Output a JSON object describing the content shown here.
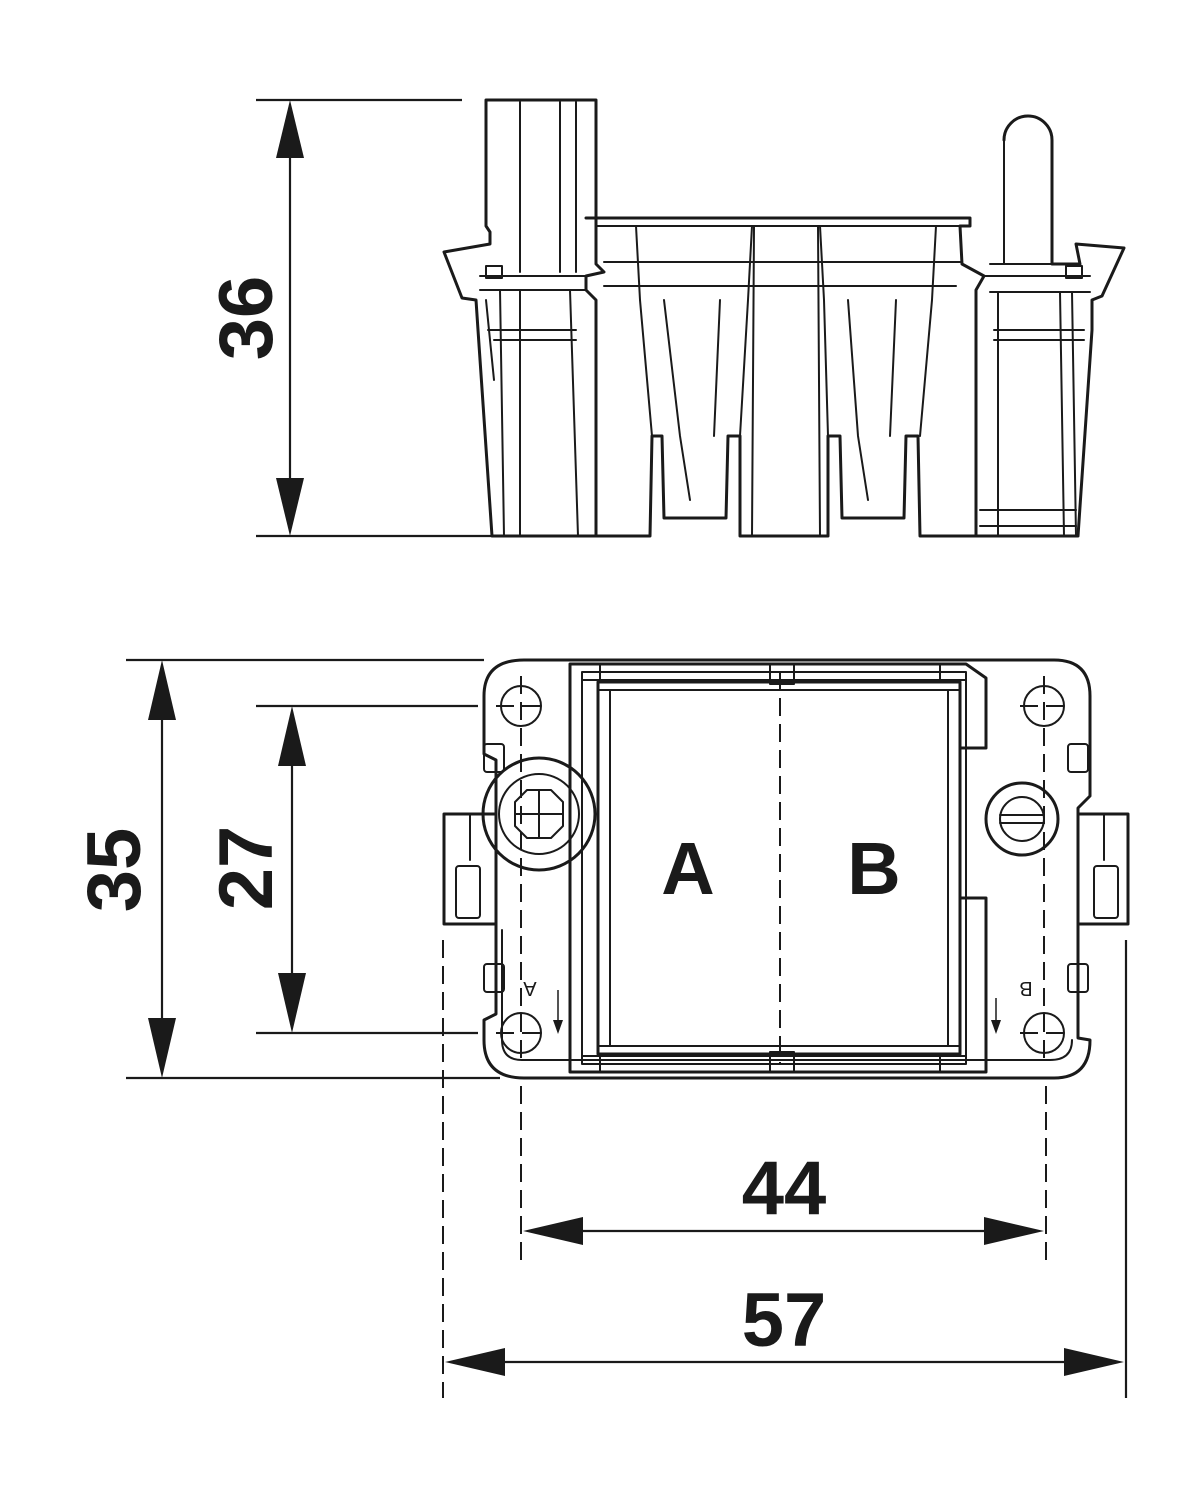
{
  "dimensions": {
    "side_height": "36",
    "outer_height": "35",
    "hole_height": "27",
    "hole_width": "44",
    "outer_width": "57"
  },
  "labels": {
    "slot_a": "A",
    "slot_b": "B",
    "mark_a": "A",
    "mark_b": "B"
  }
}
